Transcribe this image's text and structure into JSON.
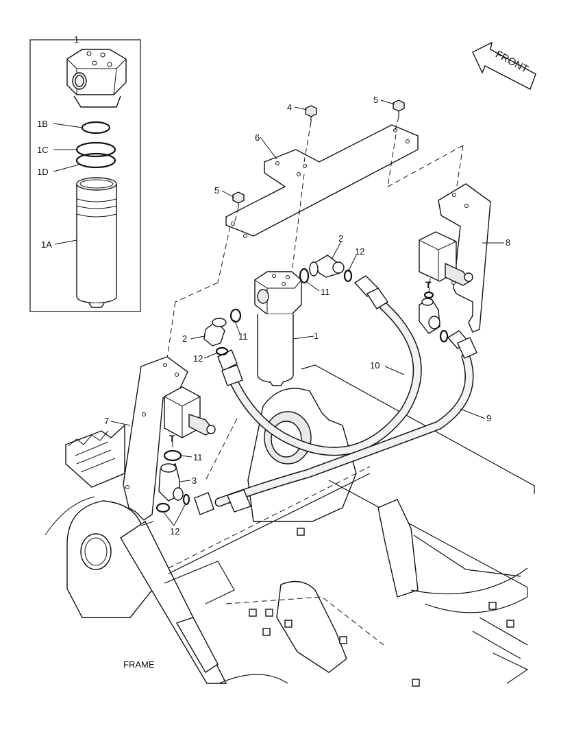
{
  "diagram": {
    "orientation_label": "FRONT",
    "frame_label": "FRAME",
    "callouts": {
      "inset_1": "1",
      "c1B": "1B",
      "c1C": "1C",
      "c1D": "1D",
      "c1A": "1A",
      "c4": "4",
      "c5_top": "5",
      "c6": "6",
      "c5_left": "5",
      "c2_top": "2",
      "c12_top": "12",
      "c8": "8",
      "c11_top": "11",
      "c11_mid": "11",
      "c1": "1",
      "c2_left": "2",
      "c12_left": "12",
      "c10": "10",
      "c9": "9",
      "c7": "7",
      "c11_low": "11",
      "c3": "3",
      "c12_bottom": "12",
      "tee_mark_left": "T",
      "tee_mark_right": "T"
    }
  }
}
